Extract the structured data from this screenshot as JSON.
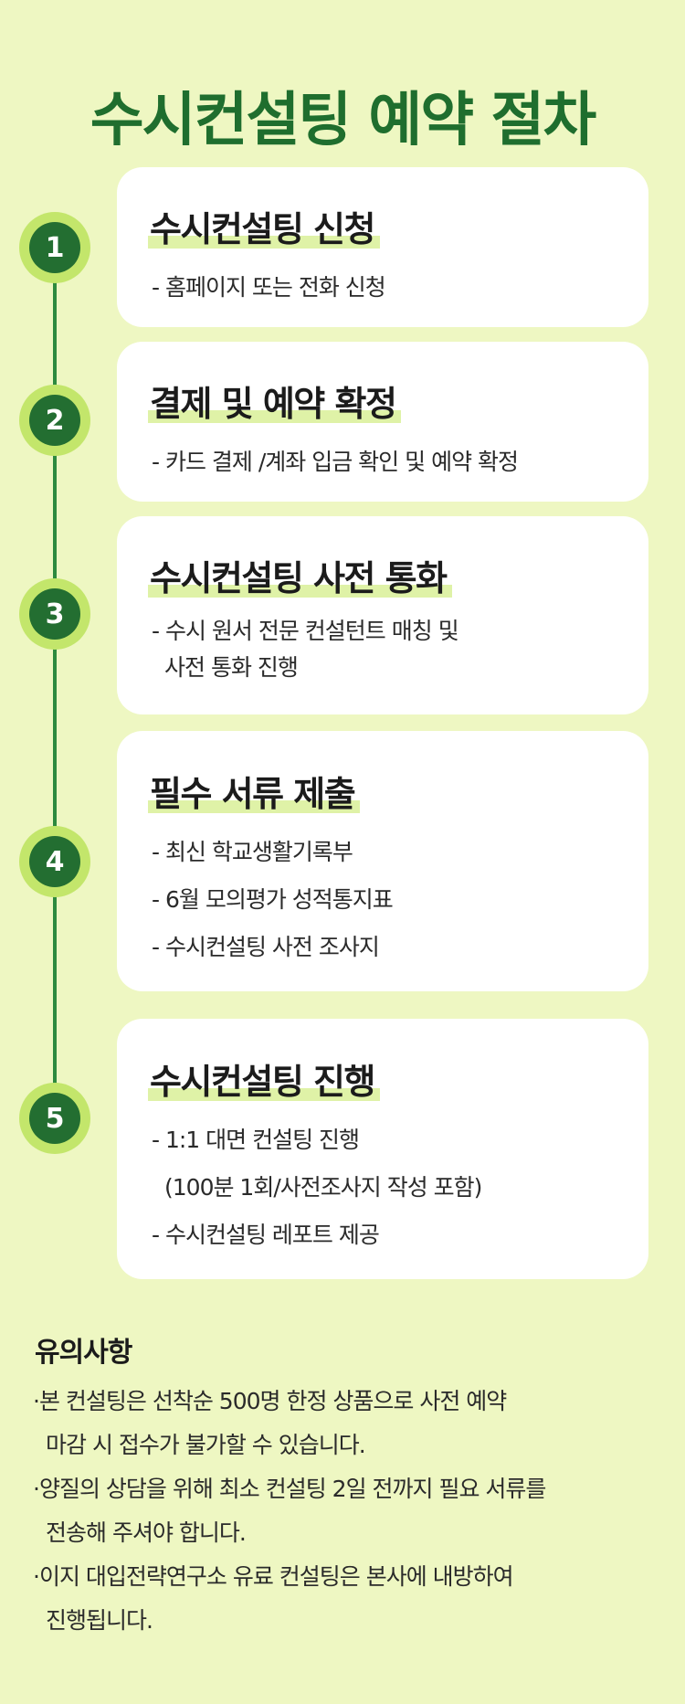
{
  "title": "수시컨설팅 예약 절차",
  "colors": {
    "background": "#EEF7C2",
    "title": "#1F6E2E",
    "step_circle": "#236E31",
    "step_ring": "#C3E66B",
    "highlight": "#DFF2A7"
  },
  "steps": [
    {
      "number": "1",
      "title": "수시컨설팅 신청",
      "lines": [
        "- 홈페이지 또는 전화 신청"
      ]
    },
    {
      "number": "2",
      "title": "결제 및 예약 확정",
      "lines": [
        "- 카드 결제 /계좌 입금 확인 및 예약 확정"
      ]
    },
    {
      "number": "3",
      "title": "수시컨설팅 사전 통화",
      "lines": [
        "- 수시 원서 전문 컨설턴트 매칭 및",
        "사전 통화 진행"
      ]
    },
    {
      "number": "4",
      "title": "필수 서류 제출",
      "lines": [
        "- 최신 학교생활기록부",
        "- 6월 모의평가 성적통지표",
        "- 수시컨설팅 사전 조사지"
      ]
    },
    {
      "number": "5",
      "title": "수시컨설팅 진행",
      "lines": [
        "- 1:1 대면 컨설팅 진행",
        "(100분 1회/사전조사지 작성 포함)",
        "- 수시컨설팅 레포트 제공"
      ]
    }
  ],
  "notes": {
    "title": "유의사항",
    "items": [
      {
        "line1": "·본 컨설팅은 선착순 500명 한정 상품으로 사전 예약",
        "line2": "마감 시 접수가 불가할 수 있습니다."
      },
      {
        "line1": "·양질의 상담을 위해 최소 컨설팅 2일 전까지 필요 서류를",
        "line2": "전송해 주셔야 합니다."
      },
      {
        "line1": "·이지 대입전략연구소 유료 컨설팅은 본사에 내방하여",
        "line2": "진행됩니다."
      }
    ]
  }
}
